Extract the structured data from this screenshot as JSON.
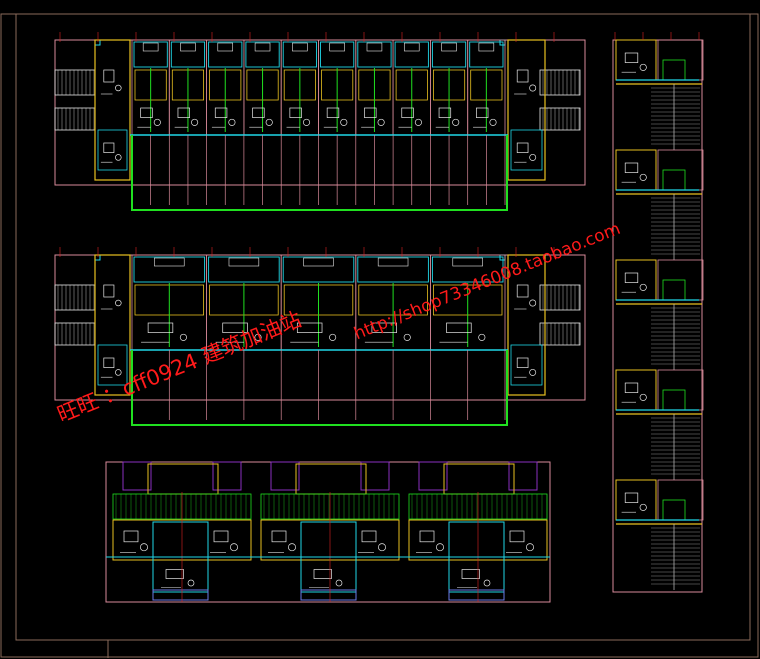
{
  "drawing": {
    "background": "#000000",
    "colors": {
      "frame": "#8a6a5a",
      "wall_pink": "#d98a9a",
      "wall_yellow": "#e8c020",
      "cyan": "#20d8e8",
      "green": "#20e020",
      "blue": "#6a7ae8",
      "white": "#e8e8e8",
      "red": "#e02020",
      "purple": "#8a30c0",
      "gray": "#b0b0b0"
    },
    "panels": [
      {
        "name": "floor-plan-upper-block",
        "kind": "row-housing",
        "units": 10
      },
      {
        "name": "floor-plan-middle-block",
        "kind": "row-housing",
        "units": 5
      },
      {
        "name": "floor-plan-lower-block",
        "kind": "villa-cluster",
        "units": 3
      },
      {
        "name": "section-elevation",
        "kind": "vertical-section",
        "floors": 5
      }
    ]
  },
  "watermark": {
    "line1": "旺旺 ：cff0924  建筑加油站",
    "line2": "http://shop73346008.taobao.com"
  }
}
